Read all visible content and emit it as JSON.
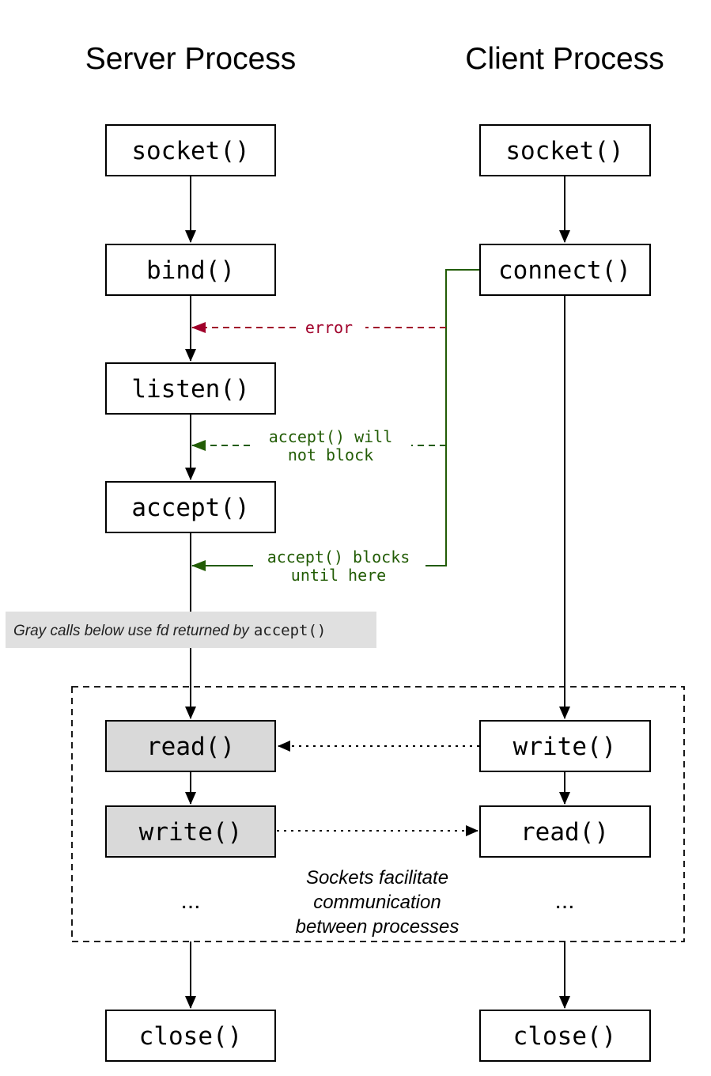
{
  "titles": {
    "server": "Server Process",
    "client": "Client Process"
  },
  "server": {
    "socket": "socket()",
    "bind": "bind()",
    "listen": "listen()",
    "accept": "accept()",
    "read": "read()",
    "write": "write()",
    "ellipsis": "...",
    "close": "close()"
  },
  "client": {
    "socket": "socket()",
    "connect": "connect()",
    "write": "write()",
    "read": "read()",
    "ellipsis": "...",
    "close": "close()"
  },
  "labels": {
    "error": "error",
    "accept_will_line1": "accept() will",
    "accept_will_line2": "not block",
    "accept_blocks_line1": "accept() blocks",
    "accept_blocks_line2": "until here"
  },
  "note": {
    "text": "Gray calls below use fd returned by",
    "code": "accept()"
  },
  "sockets_caption": {
    "line1": "Sockets facilitate",
    "line2": "communication",
    "line3": "between processes"
  },
  "colors": {
    "error": "#a0002a",
    "green": "#225c05",
    "gray_fill": "#d9d9d9",
    "note_bg": "#e0e0e0"
  }
}
